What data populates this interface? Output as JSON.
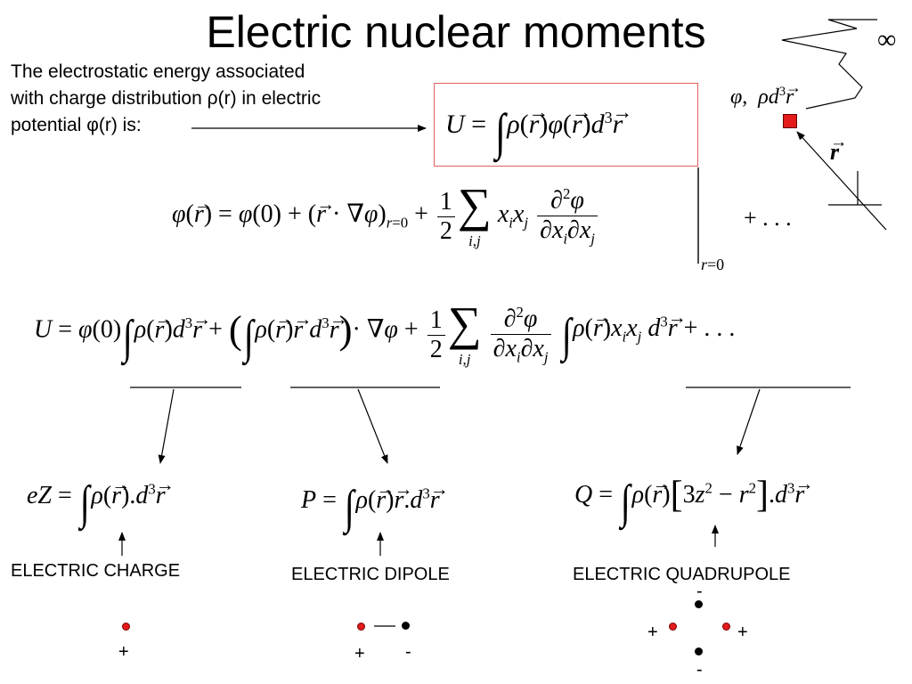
{
  "slide": {
    "title": "Electric nuclear moments",
    "intro_line1": "The electrostatic energy associated",
    "intro_line2a": "with charge distribution ",
    "rho_symbol": "ρ",
    "intro_line2b": "(r) in electric",
    "intro_line3a": "potential ",
    "phi_symbol": "φ",
    "intro_line3b": "(r) is:",
    "infinity_symbol": "∞",
    "r_vector_label": "r",
    "labels": {
      "charge": "ELECTRIC CHARGE",
      "dipole": "ELECTRIC DIPOLE",
      "quadrupole": "ELECTRIC QUADRUPOLE"
    },
    "signs": {
      "plus": "+",
      "minus": "-"
    },
    "colors": {
      "box_border": "#e06060",
      "volume_element": "#e31b1b",
      "positive_charge": "#e31b1b",
      "negative_charge": "#000000"
    }
  }
}
